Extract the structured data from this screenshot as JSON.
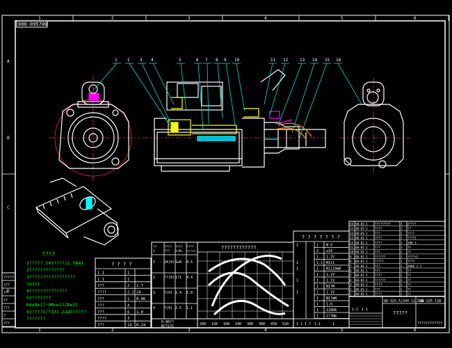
{
  "drawing": {
    "title_code": "000-095700",
    "colors": {
      "background": "#000000",
      "frame": "#ffffff",
      "outline": "#ffffff",
      "center_line": "#ff2a2a",
      "leader": "#00ffff",
      "accent_yellow": "#ffff00",
      "accent_magenta": "#ff00ff",
      "accent_cyan": "#00ffff",
      "accent_green": "#00ff00"
    },
    "zone_numbers_top": [
      "1",
      "2",
      "3",
      "4",
      "5",
      "6"
    ],
    "zone_numbers_bottom": [
      "1",
      "2",
      "3",
      "4",
      "5",
      "6"
    ],
    "zone_letters_left": [
      "A",
      "B",
      "C",
      "D"
    ],
    "callouts": [
      "1",
      "2",
      "3",
      "4",
      "5",
      "6",
      "7",
      "8",
      "9",
      "10",
      "11",
      "12",
      "13",
      "14",
      "15",
      "16"
    ]
  },
  "notes": {
    "heading": "????",
    "lines": [
      "1????? 24V????11.5KW1",
      "2?????????????",
      "3?????????????????",
      "   11111",
      "4??????????????",
      "5????????",
      "   N4≥N≥17~9Mu≥11ZN≥2t",
      "6?????C/T131-2aa5?????",
      "   ???????"
    ]
  },
  "side_labels": [
    "??????",
    "???",
    "??",
    "??",
    "???",
    "?",
    "???"
  ],
  "table_left": {
    "title": "? ? ? ?",
    "rows": [
      [
        "1   1",
        "1",
        ""
      ],
      [
        "1   1",
        "1",
        ""
      ],
      [
        "???",
        "2",
        "1.7"
      ],
      [
        "????",
        "2.2",
        "2A"
      ],
      [
        "???",
        "1",
        "0.06"
      ],
      [
        "???",
        "4",
        ""
      ],
      [
        "???",
        "6",
        "1.0"
      ],
      [
        "????",
        "3",
        ""
      ],
      [
        "???",
        "14",
        "0.24"
      ]
    ]
  },
  "table_mid": {
    "header": [
      "??\n1",
      "????\n???",
      "????\n1(N)",
      "????\n(r/s)"
    ],
    "rows": [
      [
        "1",
        "24(0)",
        "1≥0",
        "4.5"
      ],
      [
        "2",
        "??(0)",
        "1?1",
        "4.4"
      ],
      [
        "3",
        "?(0)",
        "2.4",
        "1.8"
      ],
      [
        "4",
        "?(0)",
        "2.5",
        "1.1"
      ]
    ],
    "footer": [
      "0.06??",
      "N??2?C"
    ]
  },
  "chart": {
    "title": "????????????",
    "x_ticks": [
      "200",
      "150",
      "100",
      "240",
      "300",
      "380",
      "450",
      "520"
    ]
  },
  "table_right": {
    "title": "? ? ? ? ? ? ?",
    "rows": [
      [
        "1",
        "1",
        "N·V"
      ],
      [
        "",
        "2",
        "≥1A"
      ],
      [
        "",
        "1",
        "1.1V"
      ],
      [
        "1",
        "1.1",
        "N111"
      ],
      [
        "1",
        "1",
        "N1110mN"
      ],
      [
        "",
        "1",
        "1.1V"
      ],
      [
        "1",
        "1",
        "1.1V"
      ],
      [
        "",
        "1",
        "N1?M"
      ],
      [
        "1",
        "1",
        "1.1V"
      ],
      [
        "",
        "1",
        "N1?mN"
      ],
      [
        "",
        "1",
        "1.8"
      ],
      [
        "",
        "1",
        "1100A"
      ],
      [
        "",
        "1",
        "1??Nm"
      ]
    ],
    "footer": [
      "1 1 1 ?",
      "1.1",
      "1"
    ]
  },
  "parts_list": {
    "rows": [
      [
        "16",
        "GB-01-1",
        "?????????",
        "1",
        "2????"
      ],
      [
        "15",
        "GB-01-1",
        "????",
        "1",
        "??"
      ],
      [
        "14",
        "GB-01-1",
        "???",
        "1",
        "????"
      ],
      [
        "13",
        "GB-01-1",
        "????",
        "1",
        "????2"
      ],
      [
        "12",
        "GB-01-1",
        "????",
        "1",
        "200.3"
      ],
      [
        "11",
        "GB-01-1",
        "???",
        "1",
        "??"
      ],
      [
        "10",
        "GB-01-1",
        "???",
        "1",
        "??"
      ],
      [
        "9",
        "GB-01-1",
        "??????",
        "1",
        "????+1"
      ],
      [
        "8",
        "GB-01-1",
        "?????",
        "1",
        "????"
      ],
      [
        "7",
        "GB-01-1",
        "???",
        "1",
        "2006 1.1"
      ],
      [
        "6",
        "GB-01-1",
        "???",
        "1",
        "??"
      ],
      [
        "5",
        "GB-01-1",
        "????",
        "1",
        "??"
      ],
      [
        "4",
        "GB-01-1",
        "??????",
        "1",
        "??"
      ],
      [
        "3",
        "GB-01-1",
        "????",
        "1",
        "??"
      ],
      [
        "2",
        "GB-01-1",
        "???",
        "1",
        "??"
      ],
      [
        "1",
        "GB-01-1",
        "????",
        "1",
        "??"
      ]
    ]
  },
  "title_block": {
    "code_left": "QD-S25-5/24V-11.5KW",
    "code_right": "QD-S25-11B",
    "name": "?????",
    "company": "????????????",
    "scale": "1:1",
    "sheet": "1  1"
  }
}
